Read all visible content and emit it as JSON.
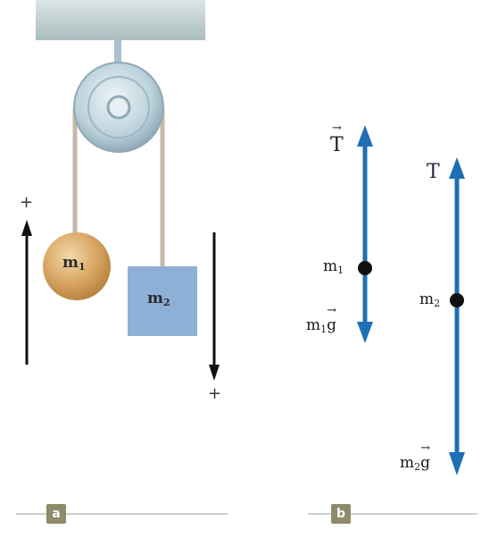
{
  "panel_a": {
    "tag": "a",
    "mass1": {
      "base": "m",
      "sub": "1"
    },
    "mass2": {
      "base": "m",
      "sub": "2"
    },
    "left_sign": "+",
    "right_sign": "+"
  },
  "panel_b": {
    "tag": "b",
    "m1_tension": "T",
    "m1_label": {
      "base": "m",
      "sub": "1"
    },
    "m1_weight": {
      "base": "m",
      "sub": "1",
      "vec": "g"
    },
    "m2_tension": "T",
    "m2_label": {
      "base": "m",
      "sub": "2"
    },
    "m2_weight": {
      "base": "m",
      "sub": "2",
      "vec": "g"
    }
  },
  "colors": {
    "arrow_blue": "#1f6fb5",
    "ceiling": "#c9d6d6",
    "pulley": "#b8cfd9",
    "rope": "#c8b8a6",
    "ball": "#d9a765",
    "block": "#8fb0d6",
    "tag_bg": "#8e8b6a"
  }
}
